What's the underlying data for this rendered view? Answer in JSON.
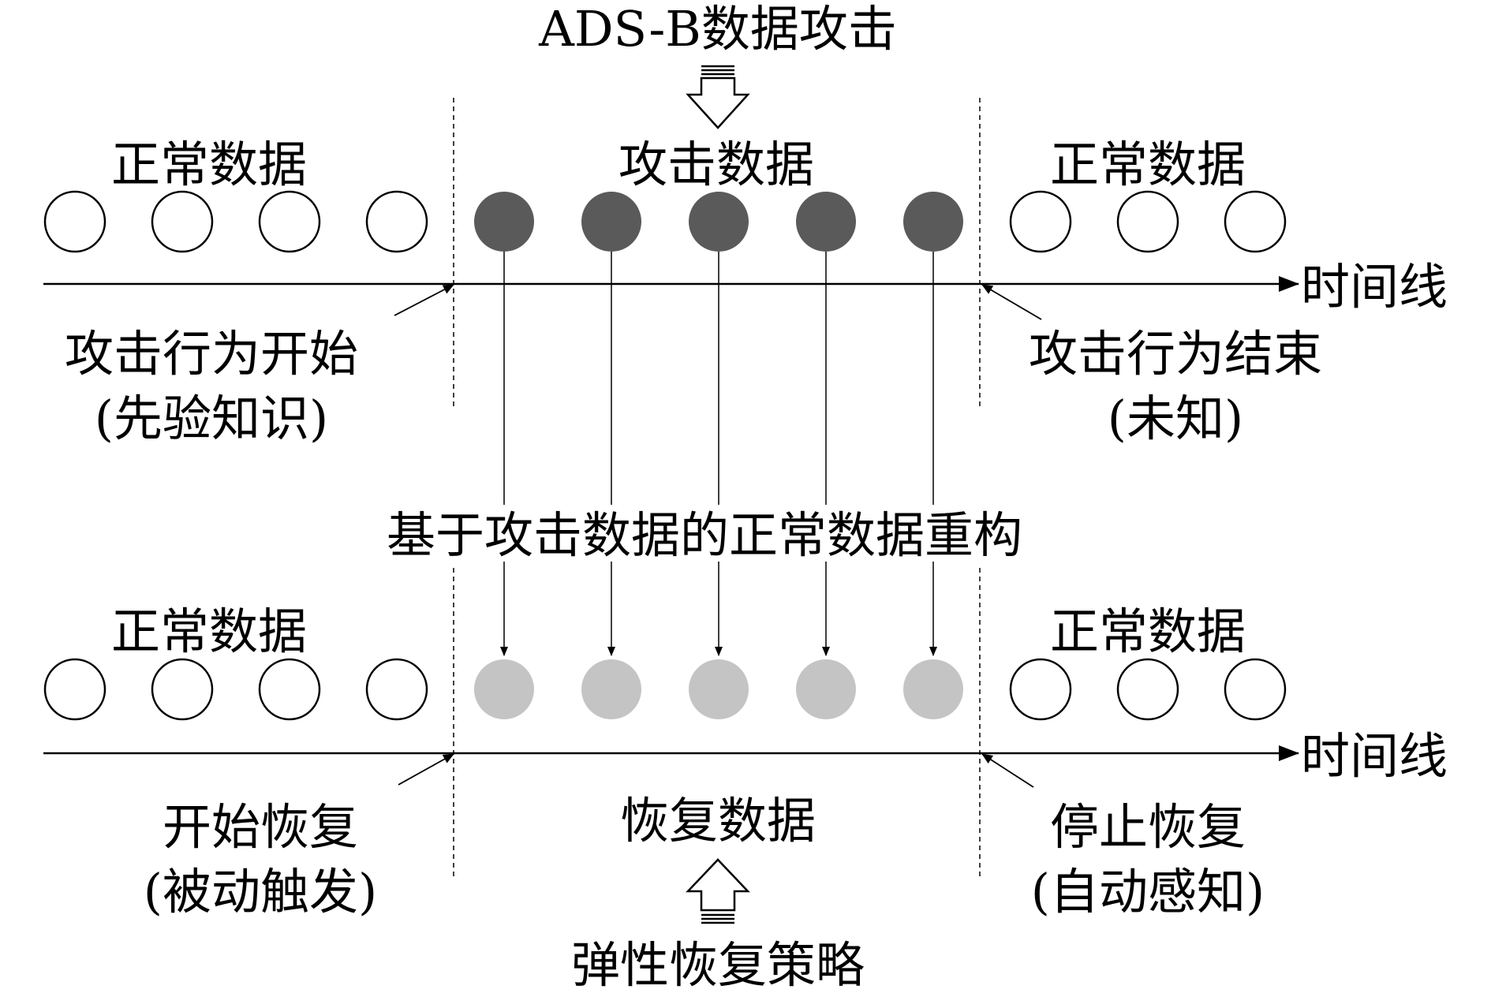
{
  "title": "ADS-B数据攻击",
  "top": {
    "left_label": "正常数据",
    "center_label": "攻击数据",
    "right_label": "正常数据",
    "axis_label": "时间线",
    "start_label_line1": "攻击行为开始",
    "start_label_line2": "(先验知识)",
    "end_label_line1": "攻击行为结束",
    "end_label_line2": "(未知)"
  },
  "middle_label": "基于攻击数据的正常数据重构",
  "bottom": {
    "left_label": "正常数据",
    "center_label": "恢复数据",
    "right_label": "正常数据",
    "axis_label": "时间线",
    "start_label_line1": "开始恢复",
    "start_label_line2": "(被动触发)",
    "end_label_line1": "停止恢复",
    "end_label_line2": "(自动感知)"
  },
  "footer_label": "弹性恢复策略",
  "colors": {
    "normal_fill": "#ffffff",
    "attack_fill": "#5a5a5a",
    "recovered_fill": "#c4c4c4",
    "stroke": "#000000"
  }
}
